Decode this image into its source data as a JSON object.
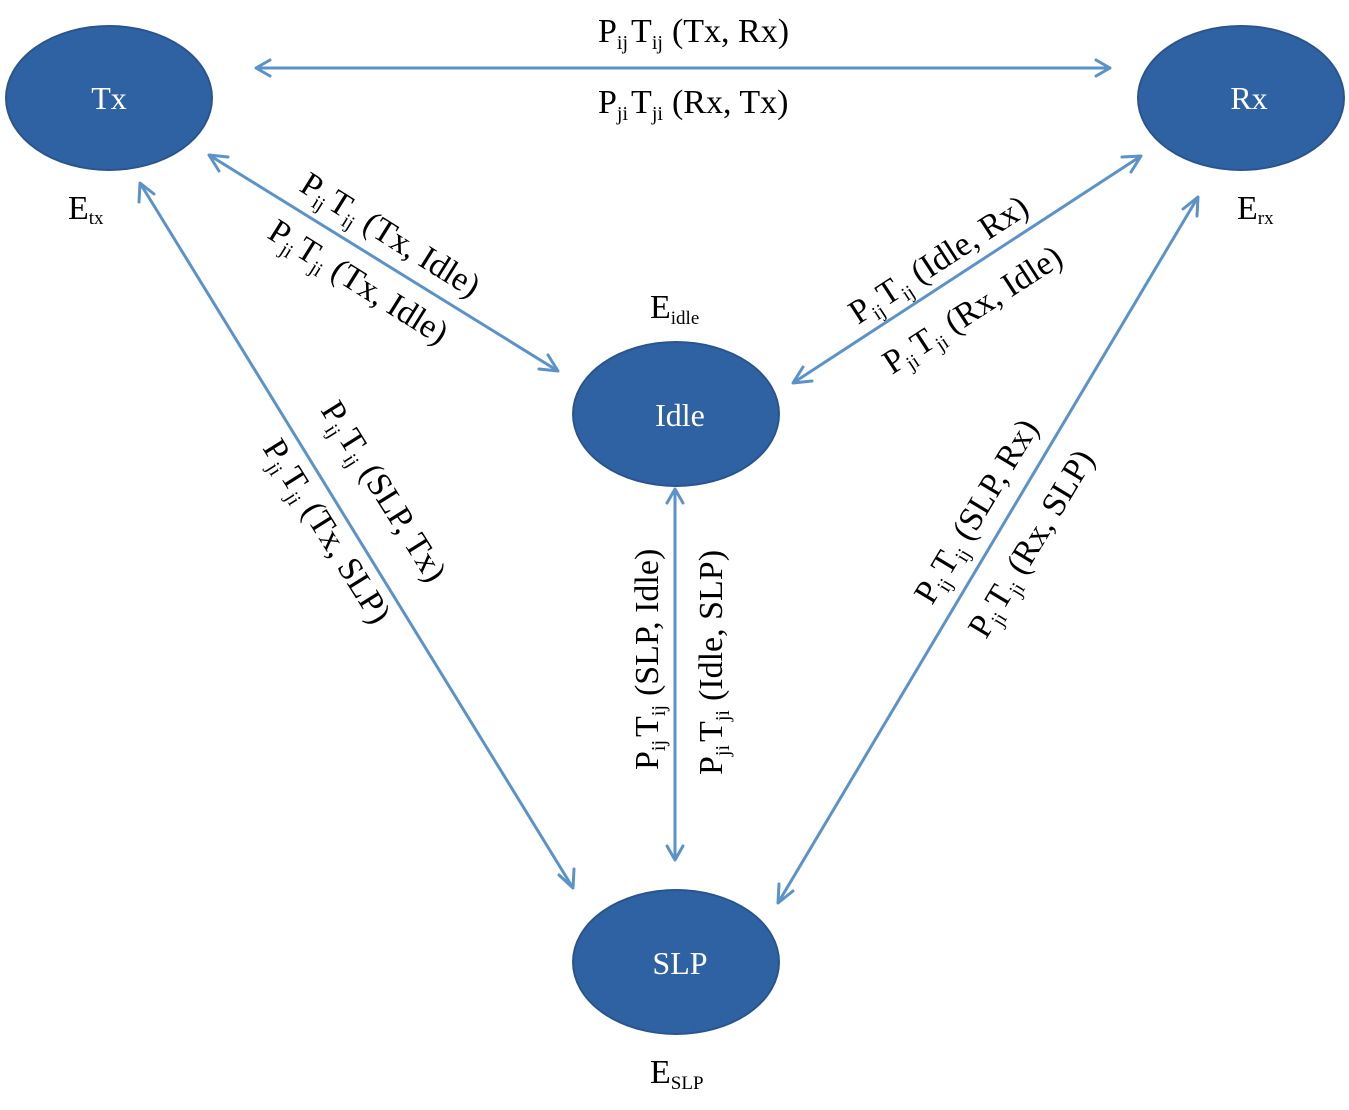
{
  "colors": {
    "node_fill": "#2f62a3",
    "node_stroke": "#2a558c",
    "node_text": "#ffffff",
    "edge": "#5b92c8",
    "label_text": "#000000"
  },
  "nodes": {
    "tx": {
      "label": "Tx",
      "energy_main": "E",
      "energy_sub": "tx"
    },
    "rx": {
      "label": "Rx",
      "energy_main": "E",
      "energy_sub": "rx"
    },
    "idle": {
      "label": "Idle",
      "energy_main": "E",
      "energy_sub": "idle"
    },
    "slp": {
      "label": "SLP",
      "energy_main": "E",
      "energy_sub": "SLP"
    }
  },
  "symbols": {
    "p": "P",
    "t": "T",
    "ij": "ij",
    "ji": "ji"
  },
  "edges": {
    "tx_rx": {
      "forward": "(Tx, Rx)",
      "backward": "(Rx, Tx)"
    },
    "tx_idle": {
      "forward": "(Tx, Idle)",
      "backward": "(Tx, Idle)"
    },
    "rx_idle": {
      "forward": "(Idle, Rx)",
      "backward": "(Rx, Idle)"
    },
    "tx_slp": {
      "forward": "(SLP, Tx)",
      "backward": "(Tx, SLP)"
    },
    "idle_slp": {
      "forward": "(SLP, Idle)",
      "backward": "(Idle, SLP)"
    },
    "rx_slp": {
      "forward": "(SLP, Rx)",
      "backward": "(Rx, SLP)"
    }
  }
}
